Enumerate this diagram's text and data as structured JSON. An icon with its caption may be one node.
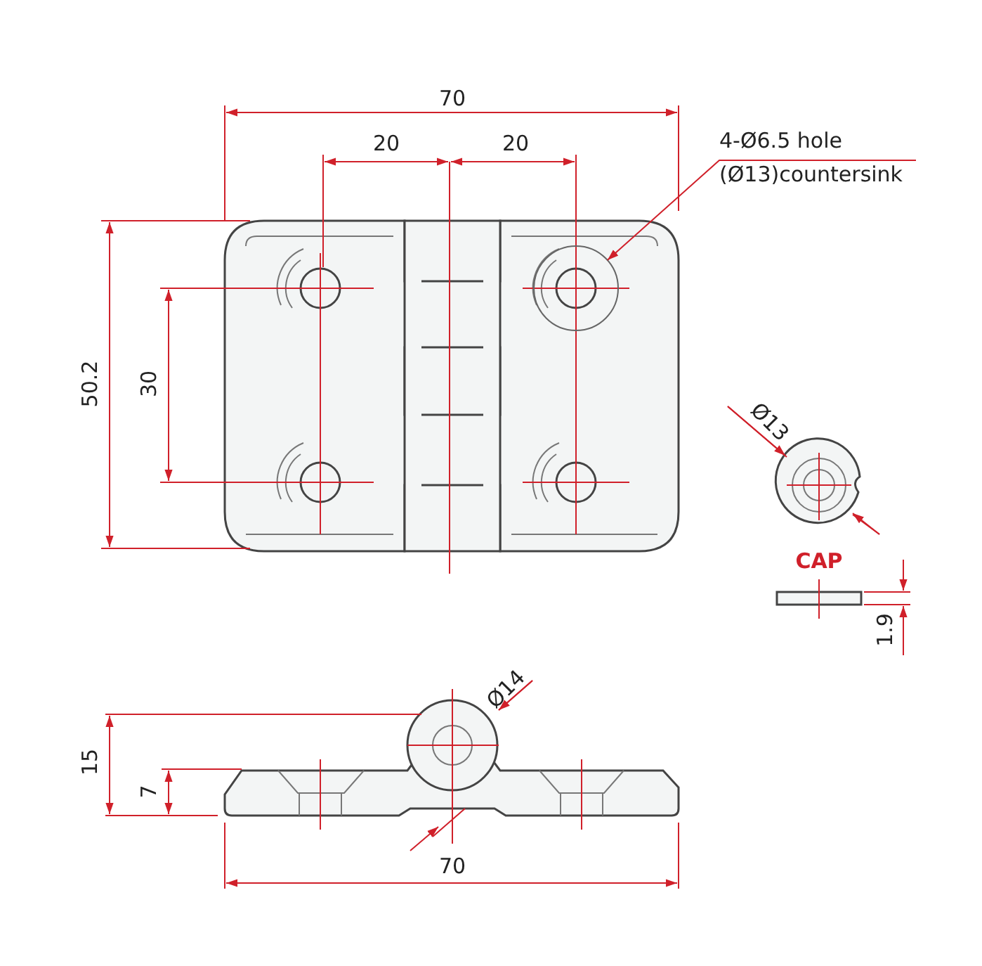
{
  "diagram": {
    "nodes": [
      {
        "text": [
          "4-Ø6.5 hole",
          "(Ø13)countersink"
        ]
      },
      {
        "text": [],
        "shape": "circle"
      }
    ],
    "edges": [
      {
        "from": 0,
        "to": 1,
        "arrow": "to"
      }
    ],
    "labels": [
      "70",
      "20",
      "20",
      "50.2",
      "30",
      "Ø13",
      "CAP",
      "1.9",
      "Ø14",
      "15",
      "7",
      "70"
    ]
  }
}
